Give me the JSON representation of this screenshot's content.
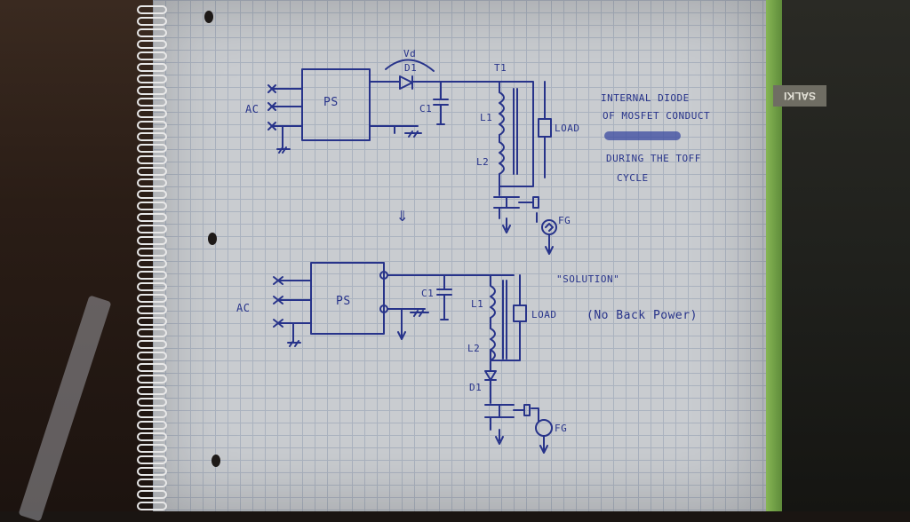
{
  "scene": {
    "description_kind": "photo of handwritten circuit sketch on graph paper notebook",
    "sticker_text": "SALKI",
    "ink_color": "#27338a",
    "paper_color": "#c9ccd0"
  },
  "top_circuit": {
    "ac_label": "AC",
    "ps_label": "PS",
    "diode_label": "D1",
    "vd_label": "Vd",
    "cap_label": "C1",
    "transformer_label": "T1",
    "l1_label": "L1",
    "l2_label": "L2",
    "load_label": "LOAD",
    "fg_label": "FG"
  },
  "note": {
    "line1": "INTERNAL DIODE",
    "line2": "OF MOSFET CONDUCT",
    "line3": "DURING THE TOFF",
    "line4": "CYCLE"
  },
  "arrow_symbol": "⇓",
  "bottom_circuit": {
    "ac_label": "AC",
    "ps_label": "PS",
    "cap_label": "C1",
    "l1_label": "L1",
    "l2_label": "L2",
    "load_label": "LOAD",
    "diode_label": "D1",
    "fg_label": "FG",
    "solution_label": "\"SOLUTION\"",
    "no_back_power": "(No Back Power)"
  }
}
